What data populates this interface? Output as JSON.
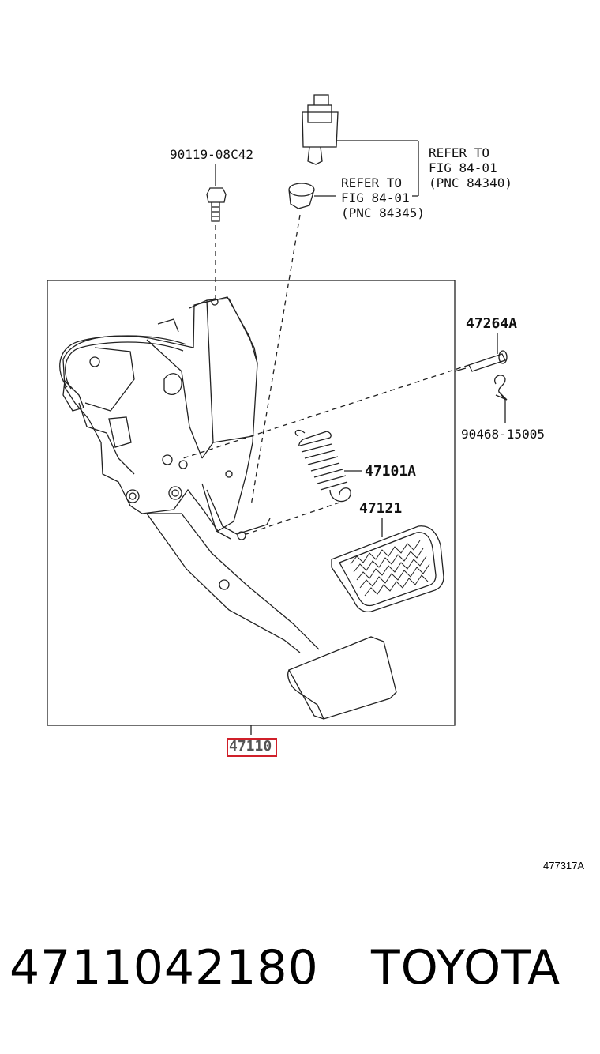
{
  "callouts": {
    "bolt": "90119-08C42",
    "refer1": {
      "line1": "REFER TO",
      "line2": "FIG 84-01",
      "line3": "(PNC 84340)"
    },
    "refer2": {
      "line1": "REFER TO",
      "line2": "FIG 84-01",
      "line3": "(PNC 84345)"
    },
    "pin": "47264A",
    "clip": "90468-15005",
    "spring": "47101A",
    "pad": "47121",
    "assembly": "47110"
  },
  "figure_code": "477317A",
  "footer": {
    "part_number": "4711042180",
    "brand": "TOYOTA"
  },
  "colors": {
    "highlight": "#d0202a",
    "line": "#222222"
  }
}
